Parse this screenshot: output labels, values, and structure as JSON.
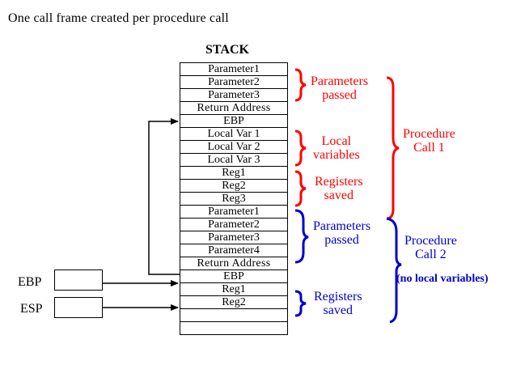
{
  "caption": "One call frame created per procedure call",
  "stack_title": "STACK",
  "stack_cells": [
    "Parameter1",
    "Parameter2",
    "Parameter3",
    "Return Address",
    "EBP",
    "Local Var 1",
    "Local Var 2",
    "Local Var 3",
    "Reg1",
    "Reg2",
    "Reg3",
    "Parameter1",
    "Parameter2",
    "Parameter3",
    "Parameter4",
    "Return Address",
    "EBP",
    "Reg1",
    "Reg2",
    "",
    ""
  ],
  "registers": {
    "ebp": "EBP",
    "esp": "ESP"
  },
  "annotations": {
    "params1": "Parameters\npassed",
    "locals": "Local\nvariables",
    "regs1": "Registers\nsaved",
    "proc1": "Procedure\nCall 1",
    "params2": "Parameters\npassed",
    "proc2": "Procedure\nCall 2",
    "no_locals": "(no local variables)",
    "regs2": "Registers\nsaved"
  },
  "colors": {
    "frame1": "#ff0000",
    "frame2": "#0000cc",
    "lines": "#000000"
  }
}
